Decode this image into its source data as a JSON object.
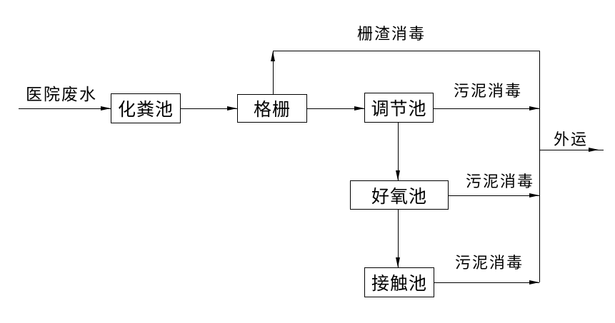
{
  "diagram": {
    "type": "flowchart",
    "background_color": "#ffffff",
    "line_color": "#000000",
    "text_color": "#000000",
    "source": {
      "label": "医院废水"
    },
    "nodes": [
      {
        "id": "septic-tank",
        "label": "化粪池"
      },
      {
        "id": "screen",
        "label": "格栅"
      },
      {
        "id": "regulating-tank",
        "label": "调节池"
      },
      {
        "id": "aerobic-tank",
        "label": "好氧池"
      },
      {
        "id": "contact-tank",
        "label": "接触池"
      }
    ],
    "edge_labels": {
      "screen_residue_disinfection": "栅渣消毒",
      "sludge_disinfection_from_regulating": "污泥消毒",
      "sludge_disinfection_from_aerobic": "污泥消毒",
      "sludge_disinfection_from_contact": "污泥消毒",
      "outbound_transport": "外运"
    },
    "flow_summary": "医院废水 → 化粪池 → 格栅 → 调节池 → 好氧池 → 接触池; 栅渣消毒/污泥消毒 汇入右侧集合线 → 外运"
  }
}
